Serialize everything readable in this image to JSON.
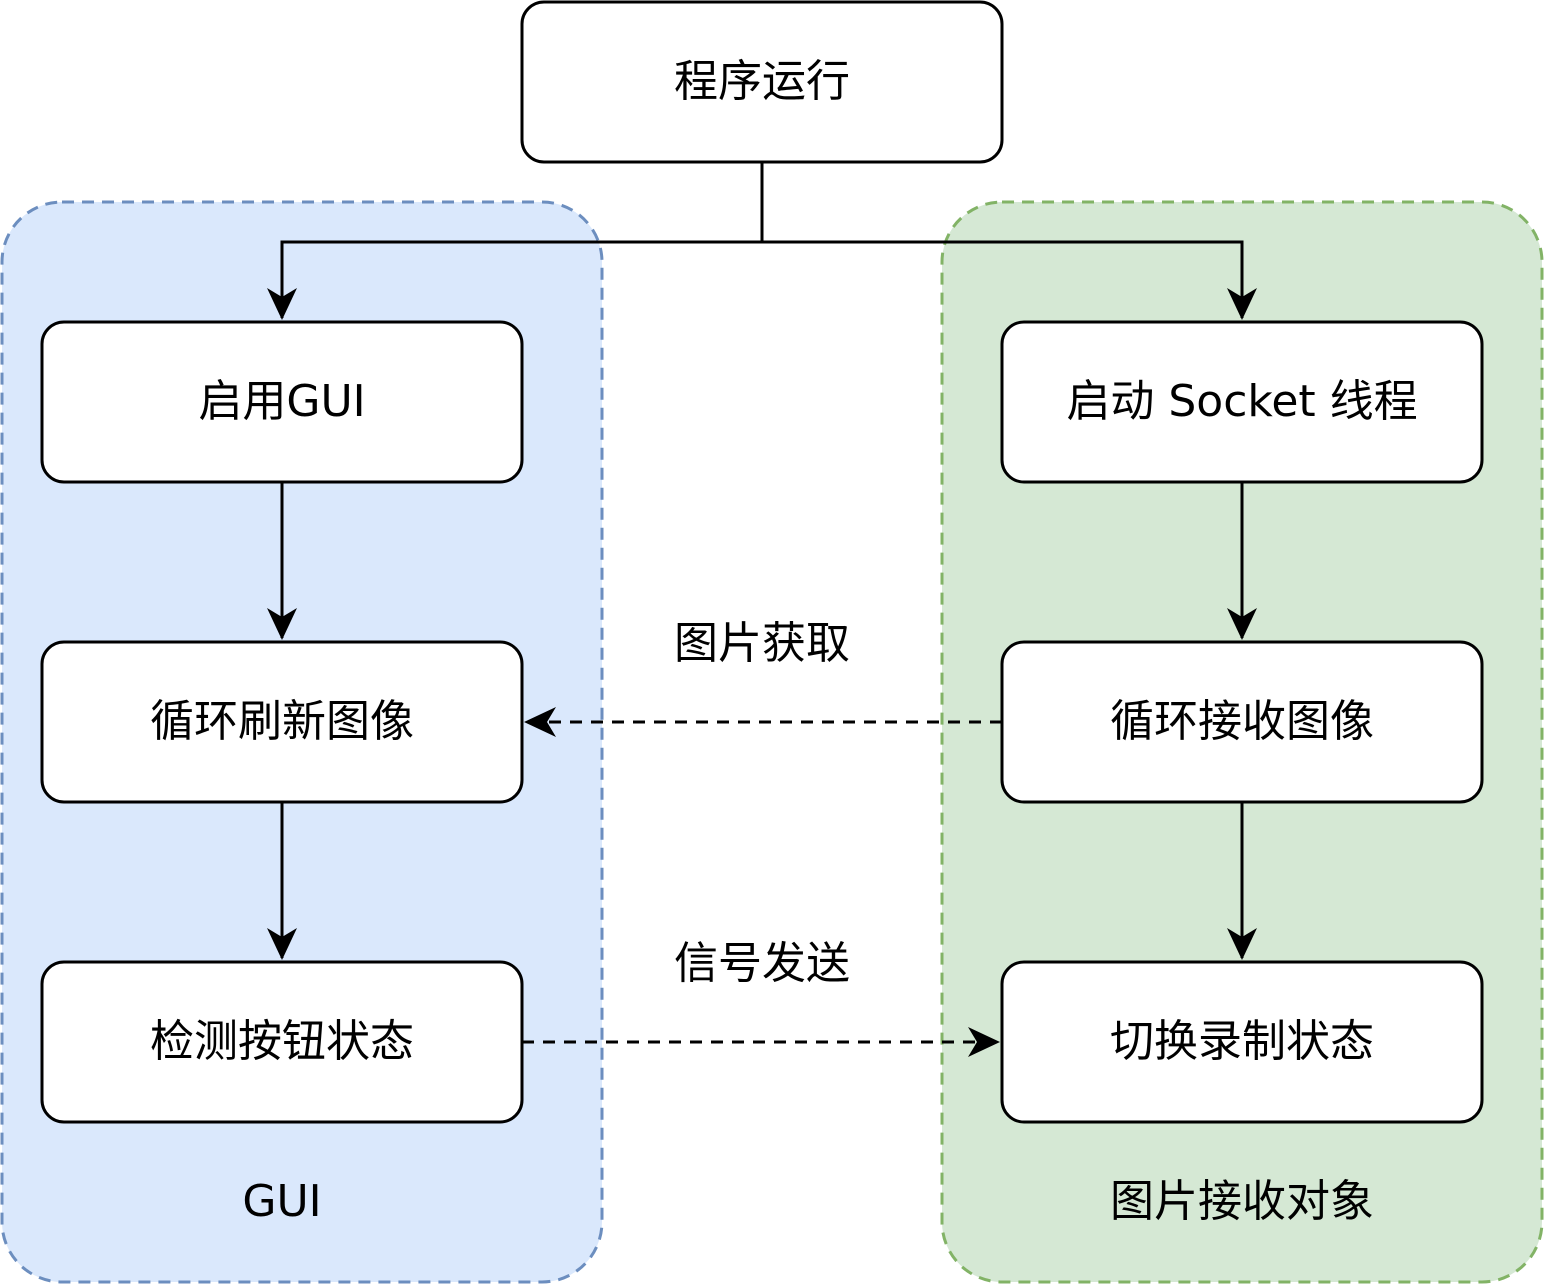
{
  "diagram": {
    "colors": {
      "node_fill": "#ffffff",
      "node_stroke": "#000000",
      "gui_group_fill": "#dae8fc",
      "gui_group_stroke": "#6c8ebf",
      "receiver_group_fill": "#d5e8d4",
      "receiver_group_stroke": "#82b366",
      "edge": "#000000"
    },
    "groups": {
      "gui": {
        "label": "GUI"
      },
      "receiver": {
        "label": "图片接收对象"
      }
    },
    "nodes": {
      "start": {
        "label": "程序运行"
      },
      "enable_gui": {
        "label": "启用GUI"
      },
      "refresh_image": {
        "label": "循环刷新图像"
      },
      "detect_button": {
        "label": "检测按钮状态"
      },
      "start_socket": {
        "label": "启动 Socket 线程"
      },
      "receive_image": {
        "label": "循环接收图像"
      },
      "toggle_record": {
        "label": "切换录制状态"
      }
    },
    "edges": [
      {
        "from": "start",
        "to": "enable_gui",
        "style": "solid"
      },
      {
        "from": "start",
        "to": "start_socket",
        "style": "solid"
      },
      {
        "from": "enable_gui",
        "to": "refresh_image",
        "style": "solid"
      },
      {
        "from": "refresh_image",
        "to": "detect_button",
        "style": "solid"
      },
      {
        "from": "start_socket",
        "to": "receive_image",
        "style": "solid"
      },
      {
        "from": "receive_image",
        "to": "toggle_record",
        "style": "solid"
      },
      {
        "from": "receive_image",
        "to": "refresh_image",
        "style": "dashed",
        "label": "图片获取"
      },
      {
        "from": "detect_button",
        "to": "toggle_record",
        "style": "dashed",
        "label": "信号发送"
      }
    ]
  }
}
